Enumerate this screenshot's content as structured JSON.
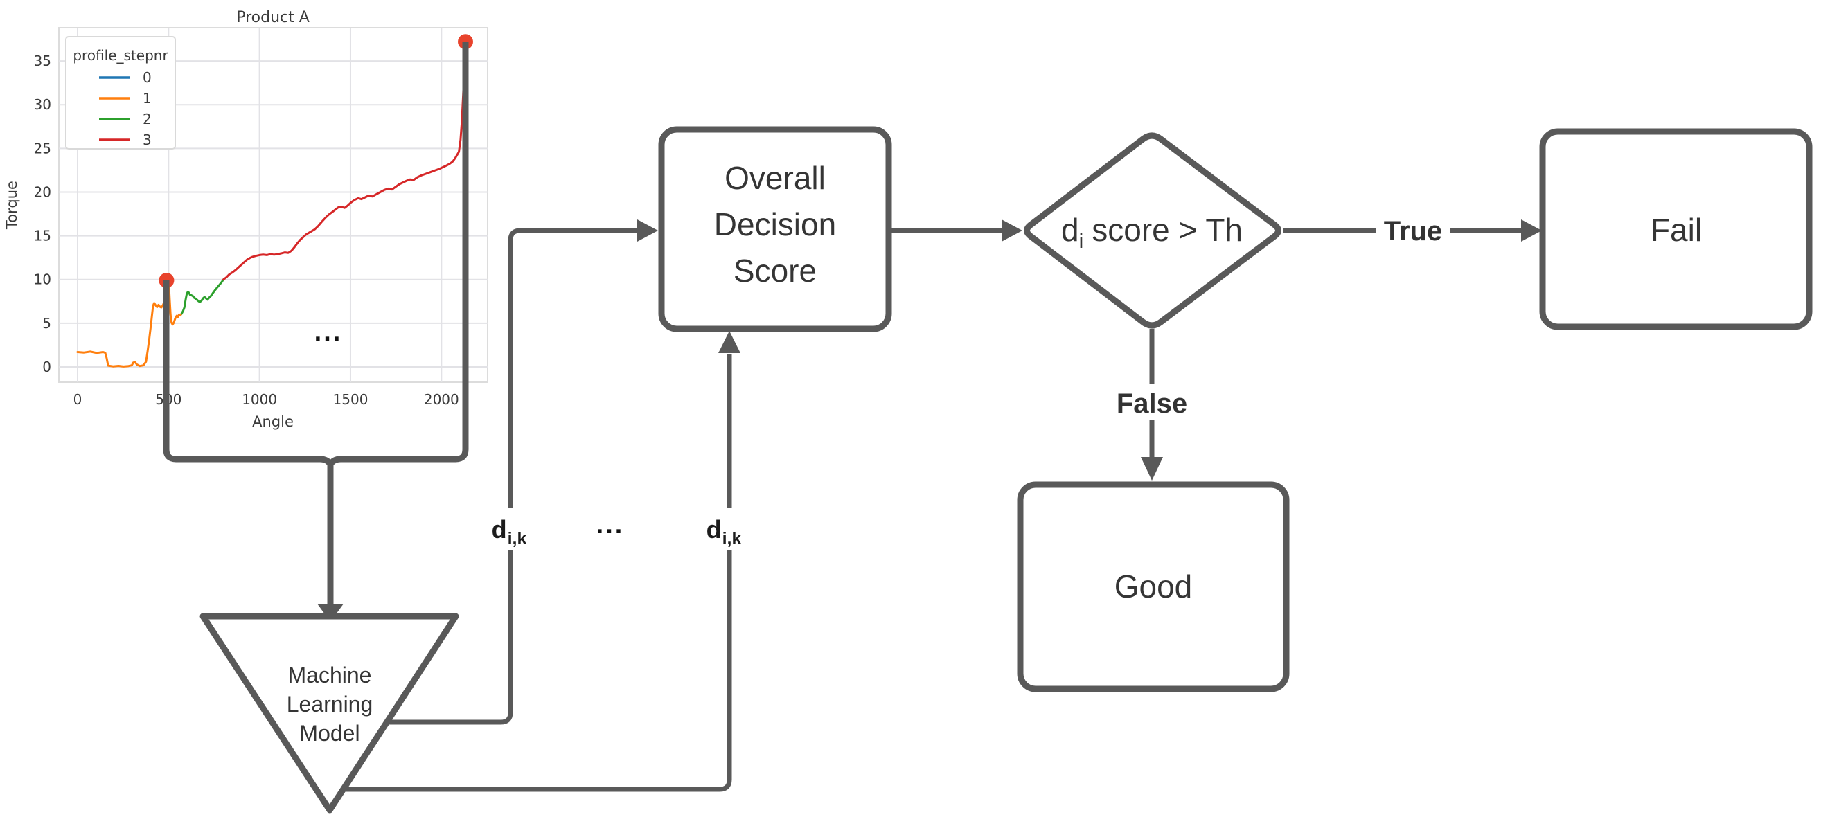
{
  "chart_data": {
    "type": "line",
    "title": "Product A",
    "xlabel": "Angle",
    "ylabel": "Torque",
    "x_ticks": [
      0,
      500,
      1000,
      1500,
      2000
    ],
    "y_ticks": [
      0,
      5,
      10,
      15,
      20,
      25,
      30,
      35
    ],
    "xlim": [
      -110,
      2250
    ],
    "ylim": [
      -2,
      39
    ],
    "grid": true,
    "legend": {
      "title": "profile_stepnr",
      "position": "upper left",
      "items": [
        {
          "label": "0",
          "color": "#1f77b4"
        },
        {
          "label": "1",
          "color": "#ff7f0e"
        },
        {
          "label": "2",
          "color": "#2ca02c"
        },
        {
          "label": "3",
          "color": "#d62728"
        }
      ]
    },
    "series": [
      {
        "name": "0",
        "color": "#1f77b4",
        "points": []
      },
      {
        "name": "1",
        "color": "#ff7f0e",
        "points": [
          [
            0,
            1.7
          ],
          [
            35,
            1.65
          ],
          [
            70,
            1.75
          ],
          [
            105,
            1.6
          ],
          [
            140,
            1.7
          ],
          [
            152,
            1.62
          ],
          [
            160,
            1.0
          ],
          [
            168,
            0.15
          ],
          [
            195,
            0.06
          ],
          [
            225,
            0.12
          ],
          [
            252,
            0.05
          ],
          [
            280,
            0.1
          ],
          [
            298,
            0.18
          ],
          [
            306,
            0.5
          ],
          [
            316,
            0.55
          ],
          [
            326,
            0.28
          ],
          [
            342,
            0.1
          ],
          [
            362,
            0.18
          ],
          [
            376,
            0.6
          ],
          [
            385,
            1.8
          ],
          [
            394,
            3.2
          ],
          [
            402,
            4.6
          ],
          [
            409,
            5.9
          ],
          [
            415,
            7.0
          ],
          [
            421,
            7.3
          ],
          [
            429,
            7.05
          ],
          [
            437,
            6.85
          ],
          [
            445,
            7.1
          ],
          [
            452,
            6.9
          ],
          [
            460,
            6.8
          ],
          [
            468,
            7.0
          ],
          [
            474,
            7.3
          ],
          [
            480,
            8.2
          ],
          [
            486,
            9.3
          ],
          [
            491,
            9.75
          ],
          [
            497,
            9.85
          ],
          [
            502,
            9.4
          ],
          [
            506,
            7.8
          ],
          [
            511,
            6.0
          ],
          [
            516,
            5.15
          ],
          [
            522,
            4.85
          ],
          [
            529,
            5.05
          ],
          [
            537,
            5.55
          ],
          [
            545,
            5.85
          ],
          [
            551,
            5.7
          ],
          [
            558,
            6.0
          ],
          [
            565,
            5.9
          ],
          [
            572,
            6.1
          ]
        ]
      },
      {
        "name": "2",
        "color": "#2ca02c",
        "points": [
          [
            572,
            6.1
          ],
          [
            580,
            6.4
          ],
          [
            587,
            6.8
          ],
          [
            594,
            7.7
          ],
          [
            600,
            8.35
          ],
          [
            606,
            8.6
          ],
          [
            612,
            8.5
          ],
          [
            618,
            8.25
          ],
          [
            626,
            8.2
          ],
          [
            634,
            8.1
          ],
          [
            642,
            7.9
          ],
          [
            650,
            7.8
          ],
          [
            658,
            7.65
          ],
          [
            666,
            7.5
          ],
          [
            674,
            7.45
          ],
          [
            682,
            7.6
          ],
          [
            690,
            7.85
          ],
          [
            698,
            8.0
          ],
          [
            706,
            7.85
          ],
          [
            714,
            7.7
          ],
          [
            722,
            7.9
          ],
          [
            732,
            8.1
          ],
          [
            744,
            8.45
          ],
          [
            756,
            8.8
          ],
          [
            768,
            9.1
          ],
          [
            780,
            9.4
          ],
          [
            792,
            9.7
          ],
          [
            802,
            10.0
          ]
        ]
      },
      {
        "name": "3",
        "color": "#d62728",
        "points": [
          [
            802,
            10.0
          ],
          [
            818,
            10.25
          ],
          [
            834,
            10.6
          ],
          [
            850,
            10.8
          ],
          [
            866,
            11.05
          ],
          [
            882,
            11.35
          ],
          [
            898,
            11.65
          ],
          [
            914,
            11.95
          ],
          [
            930,
            12.25
          ],
          [
            946,
            12.45
          ],
          [
            962,
            12.6
          ],
          [
            980,
            12.7
          ],
          [
            1000,
            12.8
          ],
          [
            1020,
            12.85
          ],
          [
            1040,
            12.8
          ],
          [
            1060,
            12.9
          ],
          [
            1080,
            12.85
          ],
          [
            1100,
            12.9
          ],
          [
            1120,
            13.0
          ],
          [
            1140,
            13.1
          ],
          [
            1158,
            13.05
          ],
          [
            1176,
            13.3
          ],
          [
            1192,
            13.7
          ],
          [
            1208,
            14.15
          ],
          [
            1224,
            14.55
          ],
          [
            1240,
            14.85
          ],
          [
            1256,
            15.15
          ],
          [
            1272,
            15.35
          ],
          [
            1288,
            15.55
          ],
          [
            1304,
            15.75
          ],
          [
            1322,
            16.1
          ],
          [
            1342,
            16.6
          ],
          [
            1362,
            17.05
          ],
          [
            1382,
            17.45
          ],
          [
            1402,
            17.75
          ],
          [
            1420,
            18.05
          ],
          [
            1436,
            18.3
          ],
          [
            1452,
            18.3
          ],
          [
            1468,
            18.2
          ],
          [
            1484,
            18.45
          ],
          [
            1502,
            18.8
          ],
          [
            1522,
            19.1
          ],
          [
            1542,
            19.3
          ],
          [
            1560,
            19.2
          ],
          [
            1580,
            19.4
          ],
          [
            1600,
            19.6
          ],
          [
            1620,
            19.5
          ],
          [
            1642,
            19.75
          ],
          [
            1664,
            20.0
          ],
          [
            1686,
            20.25
          ],
          [
            1708,
            20.4
          ],
          [
            1728,
            20.3
          ],
          [
            1748,
            20.6
          ],
          [
            1768,
            20.9
          ],
          [
            1788,
            21.1
          ],
          [
            1808,
            21.3
          ],
          [
            1828,
            21.45
          ],
          [
            1848,
            21.4
          ],
          [
            1868,
            21.7
          ],
          [
            1888,
            21.9
          ],
          [
            1908,
            22.05
          ],
          [
            1928,
            22.2
          ],
          [
            1948,
            22.35
          ],
          [
            1968,
            22.5
          ],
          [
            1988,
            22.65
          ],
          [
            2008,
            22.85
          ],
          [
            2028,
            23.05
          ],
          [
            2046,
            23.25
          ],
          [
            2062,
            23.5
          ],
          [
            2076,
            23.9
          ],
          [
            2096,
            24.6
          ],
          [
            2105,
            26.0
          ],
          [
            2112,
            28.0
          ],
          [
            2118,
            30.5
          ],
          [
            2124,
            33.2
          ],
          [
            2128,
            35.3
          ],
          [
            2132,
            37.2
          ]
        ]
      }
    ],
    "markers": {
      "color": "#e8432c",
      "points": [
        [
          489,
          9.9
        ],
        [
          2132,
          37.2
        ]
      ]
    },
    "annotation": "..."
  },
  "diagram": {
    "ml_model": {
      "line1": "Machine",
      "line2": "Learning",
      "line3": "Model"
    },
    "ods": {
      "line1": "Overall",
      "line2": "Decision",
      "line3": "Score"
    },
    "decision": {
      "d": "d",
      "sub": "i",
      "rest": "score > Th"
    },
    "d_label": {
      "d": "d",
      "sub": "i,k"
    },
    "true_label": "True",
    "false_label": "False",
    "fail_label": "Fail",
    "good_label": "Good",
    "dots_mid": "...",
    "stroke_color": "#595959"
  }
}
